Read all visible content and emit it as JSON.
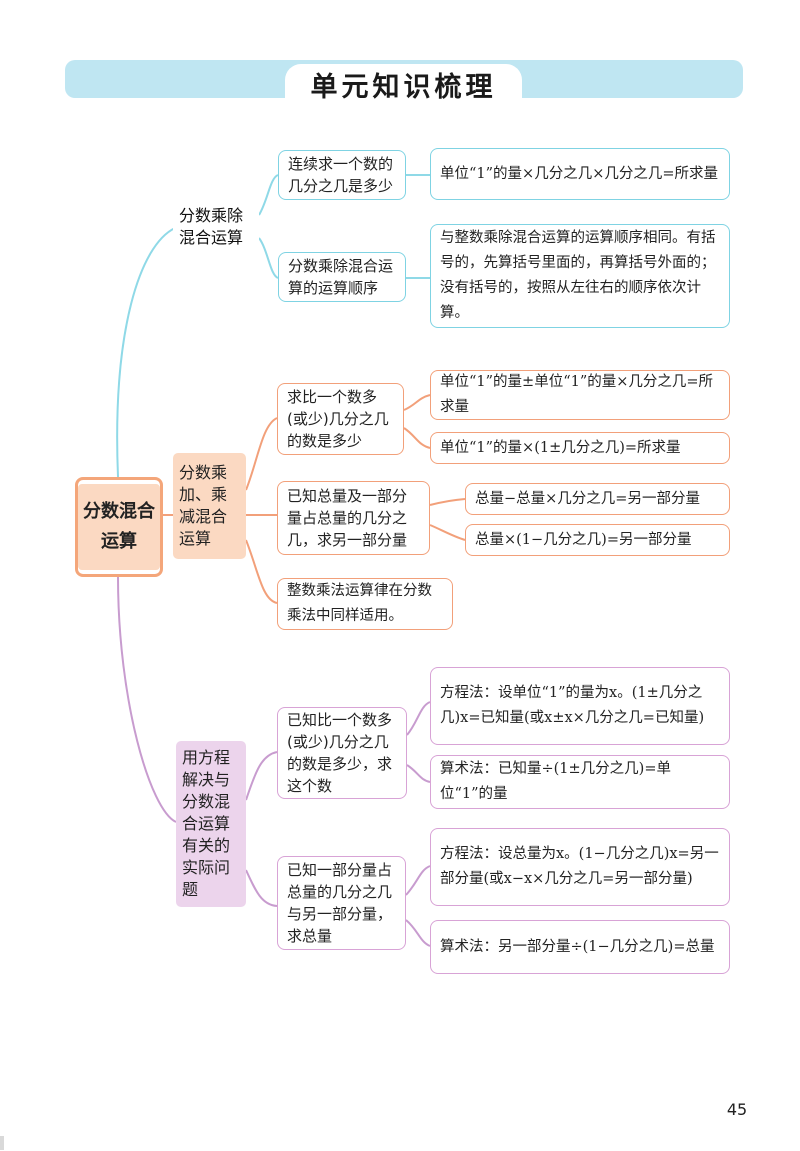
{
  "title": "单元知识梳理",
  "root": "分数混合运算",
  "branch1": {
    "label": "分数乘除混合运算",
    "topic1": "连续求一个数的几分之几是多少",
    "topic1_detail": "单位“1”的量×几分之几×几分之几=所求量",
    "topic2": "分数乘除混合运算的运算顺序",
    "topic2_detail": "与整数乘除混合运算的运算顺序相同。有括号的，先算括号里面的，再算括号外面的；没有括号的，按照从左往右的顺序依次计算。"
  },
  "branch2": {
    "label": "分数乘加、乘减混合运算",
    "topic1": "求比一个数多(或少)几分之几的数是多少",
    "topic1_detail1": "单位“1”的量±单位“1”的量×几分之几=所求量",
    "topic1_detail2": "单位“1”的量×(1±几分之几)=所求量",
    "topic2": "已知总量及一部分量占总量的几分之几，求另一部分量",
    "topic2_detail1": "总量−总量×几分之几=另一部分量",
    "topic2_detail2": "总量×(1−几分之几)=另一部分量",
    "topic3": "整数乘法运算律在分数乘法中同样适用。"
  },
  "branch3": {
    "label": "用方程解决与分数混合运算有关的实际问题",
    "topic1": "已知比一个数多(或少)几分之几的数是多少，求这个数",
    "topic1_detail1": "方程法：设单位“1”的量为x。(1±几分之几)x=已知量(或x±x×几分之几=已知量)",
    "topic1_detail2": "算术法：已知量÷(1±几分之几)=单位“1”的量",
    "topic2": "已知一部分量占总量的几分之几与另一部分量，求总量",
    "topic2_detail1": "方程法：设总量为x。(1−几分之几)x=另一部分量(或x−x×几分之几=另一部分量)",
    "topic2_detail2": "算术法：另一部分量÷(1−几分之几)=总量"
  },
  "page_number": "45",
  "colors": {
    "blue": "#7fd3e3",
    "orange": "#f2a07a",
    "purple": "#d8a3d6",
    "banner": "#bfe6f2",
    "root_fill": "#fbd9c2"
  }
}
